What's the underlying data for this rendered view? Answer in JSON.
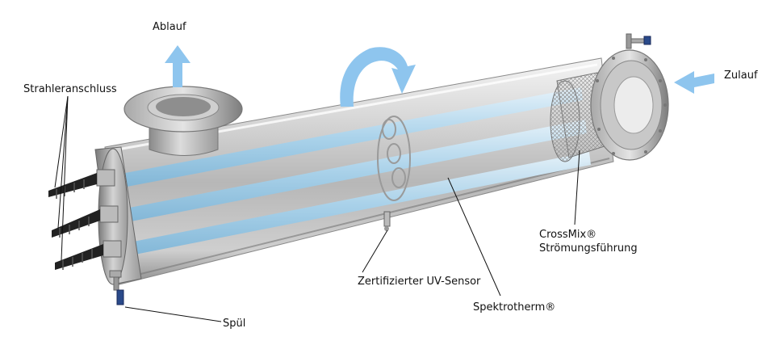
{
  "labels": {
    "ablauf": "Ablauf",
    "zulauf": "Zulauf",
    "strahleranschluss": "Strahleranschluss",
    "crossmix_line1": "CrossMix®",
    "crossmix_line2": "Strömungsführung",
    "uv_sensor": "Zertifizierter UV-Sensor",
    "spektrotherm": "Spektrotherm®",
    "spuel": "Spül"
  },
  "colors": {
    "arrow_blue": "#8ec5ee",
    "lamp_blue": "#bfe0f2",
    "steel_light": "#eeeeee",
    "steel_dark": "#6d6d6d",
    "leader_line": "#111111"
  },
  "icons": {
    "outlet_arrow": "arrow-up-icon",
    "inlet_arrow": "arrow-left-icon",
    "rotation_arrow": "curved-arrow-icon"
  }
}
